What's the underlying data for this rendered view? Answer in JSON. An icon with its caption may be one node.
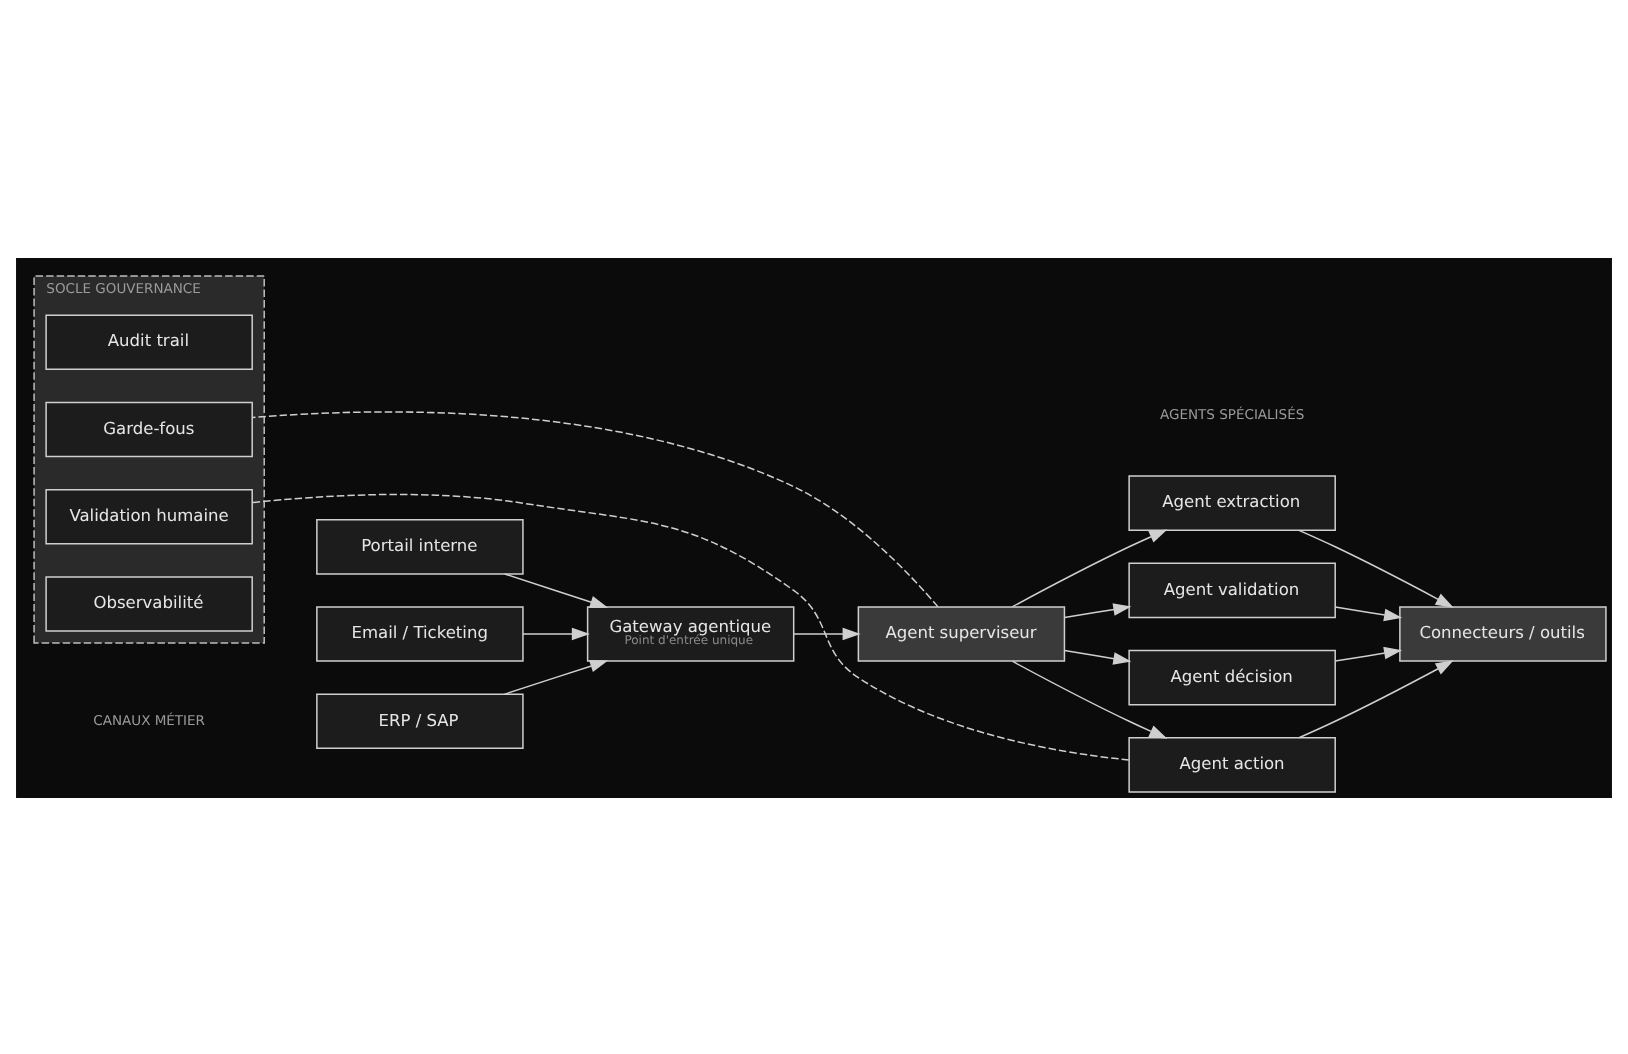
{
  "diagram": {
    "nodes": [
      {
        "text": [
          "ERP / SAP"
        ]
      },
      {
        "text": [
          "Portail interne"
        ]
      },
      {
        "text": [
          "Email / Ticketing"
        ]
      },
      {
        "text": [
          "Gateway agentique",
          "Point d'entrée unique"
        ]
      },
      {
        "text": [
          "Agent superviseur"
        ]
      },
      {
        "text": [
          "Agent extraction"
        ]
      },
      {
        "text": [
          "Agent validation"
        ]
      },
      {
        "text": [
          "Agent décision"
        ]
      },
      {
        "text": [
          "Agent action"
        ]
      },
      {
        "text": [
          "Connecteurs / outils"
        ]
      },
      {
        "text": [
          "SOCLE GOUVERNANCE"
        ]
      },
      {
        "text": [
          "Audit trail"
        ],
        "in": 10
      },
      {
        "text": [
          "Garde-fous"
        ],
        "in": 10
      },
      {
        "text": [
          "Validation humaine"
        ],
        "in": 10
      },
      {
        "text": [
          "Observabilité"
        ],
        "in": 10
      }
    ],
    "edges": [
      {
        "from": 0,
        "to": 3,
        "arrow": "to"
      },
      {
        "from": 1,
        "to": 3,
        "arrow": "to"
      },
      {
        "from": 2,
        "to": 3,
        "arrow": "to"
      },
      {
        "from": 3,
        "to": 4,
        "arrow": "to"
      },
      {
        "from": 4,
        "to": 5,
        "arrow": "to"
      },
      {
        "from": 4,
        "to": 6,
        "arrow": "to"
      },
      {
        "from": 4,
        "to": 7,
        "arrow": "to"
      },
      {
        "from": 4,
        "to": 8,
        "arrow": "to"
      },
      {
        "from": 5,
        "to": 9,
        "arrow": "to"
      },
      {
        "from": 6,
        "to": 9,
        "arrow": "to"
      },
      {
        "from": 7,
        "to": 9,
        "arrow": "to"
      },
      {
        "from": 8,
        "to": 9,
        "arrow": "to"
      },
      {
        "from": 4,
        "to": 12,
        "arrow": "none",
        "style": "dashed"
      },
      {
        "from": 8,
        "to": 13,
        "arrow": "none",
        "style": "dashed"
      }
    ],
    "labels": [
      "CANAUX MÉTIER",
      "AGENTS SPÉCIALISÉS"
    ]
  }
}
